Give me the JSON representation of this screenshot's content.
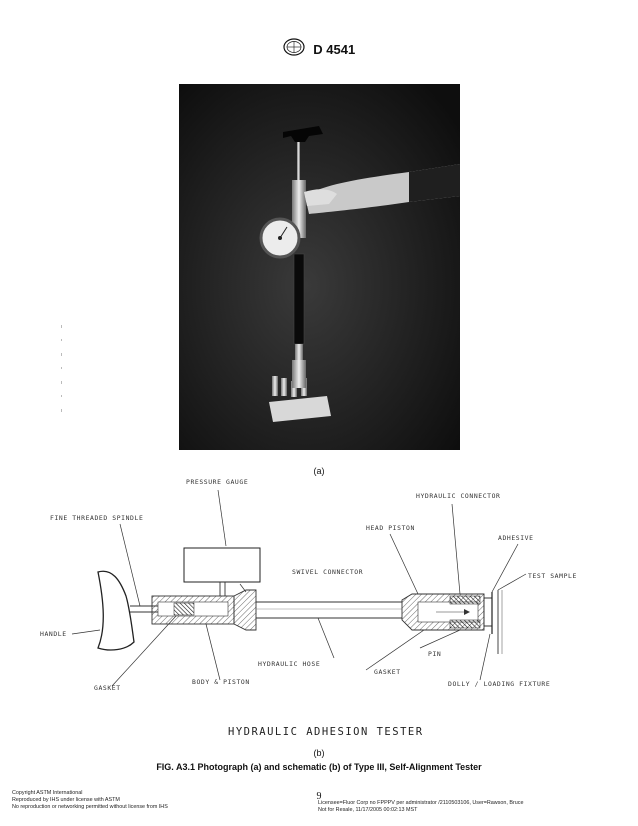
{
  "header": {
    "designation": "D 4541",
    "logo": "astm-logo"
  },
  "photo": {
    "caption": "(a)"
  },
  "schematic": {
    "title": "HYDRAULIC ADHESION TESTER",
    "caption": "(b)",
    "labels": {
      "pressure_gauge": "PRESSURE GAUGE",
      "hydraulic_connector": "HYDRAULIC CONNECTOR",
      "fine_threaded_spindle": "FINE THREADED SPINDLE",
      "head_piston": "HEAD PISTON",
      "adhesive": "ADHESIVE",
      "swivel_connector": "SWIVEL CONNECTOR",
      "test_sample": "TEST SAMPLE",
      "handle": "HANDLE",
      "pin": "PIN",
      "hydraulic_hose": "HYDRAULIC HOSE",
      "gasket_right": "GASKET",
      "body_piston": "BODY & PISTON",
      "dolly_fixture": "DOLLY / LOADING FIXTURE",
      "gasket_left": "GASKET"
    }
  },
  "figure": {
    "caption": "FIG. A3.1 Photograph (a) and schematic (b) of Type III, Self-Alignment Tester"
  },
  "footer": {
    "left": [
      "Copyright ASTM International",
      "Reproduced by IHS under license with ASTM",
      "No reproduction or networking permitted without license from IHS"
    ],
    "page_number": "9",
    "right": [
      "Licensee=Fluor Corp  no FPPPV per administrator /2110503106, User=Rawson, Bruce",
      "Not for Resale, 11/17/2005 00:02:13 MST"
    ]
  }
}
